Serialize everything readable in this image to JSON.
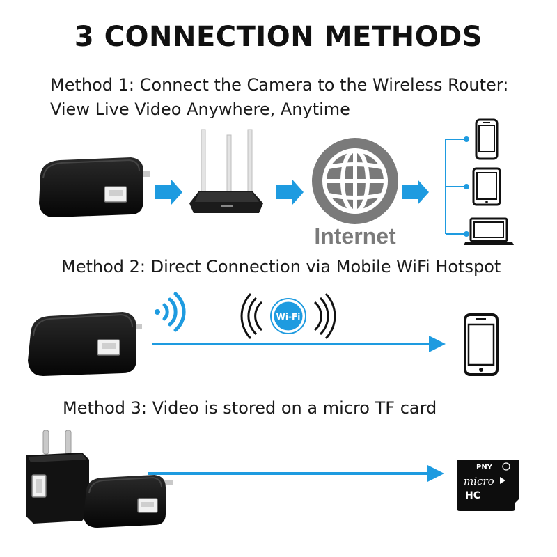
{
  "title": "3 CONNECTION METHODS",
  "method1": {
    "line1": "Method 1: Connect the Camera to the Wireless Router:",
    "line2": "View Live Video Anywhere, Anytime",
    "internet_label": "Internet"
  },
  "method2": {
    "label": "Method 2: Direct Connection via Mobile WiFi Hotspot",
    "wifi_badge": "Wi-Fi"
  },
  "method3": {
    "label": "Method 3: Video is stored on a micro TF card",
    "card_brand": "PNY",
    "card_text": "micro",
    "card_hc": "HC"
  },
  "colors": {
    "arrow": "#1e9be0",
    "globe": "#7a7a7a",
    "device": "#111111"
  }
}
